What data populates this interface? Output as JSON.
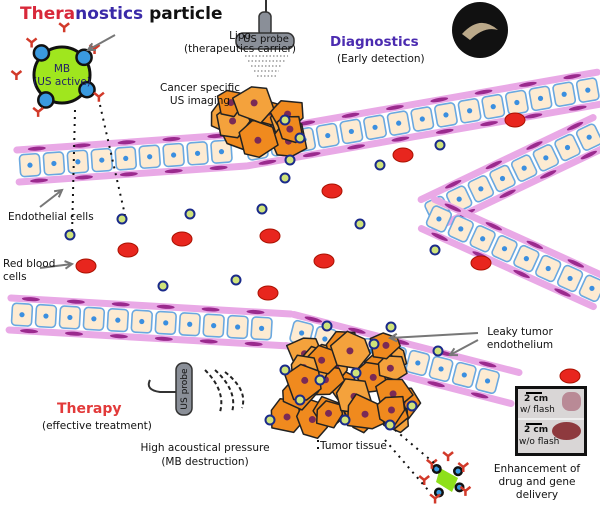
{
  "title": {
    "part1": "Thera",
    "part2": "nostics",
    "part3": " particle"
  },
  "particle": {
    "lipo": "Lipo",
    "lipo_sub": "(therapeutics carrier)",
    "mb": "MB",
    "mb_sub": "(US active)"
  },
  "probe_label": "US probe",
  "diagnostics": {
    "title": "Diagnostics",
    "subtitle": "(Early detection)"
  },
  "cancer_imaging": {
    "line1": "Cancer specific",
    "line2": "US imaging"
  },
  "endothelial": "Endothelial cells",
  "rbc": {
    "line1": "Red blood",
    "line2": "cells"
  },
  "leaky": {
    "line1": "Leaky tumor",
    "line2": "endothelium"
  },
  "therapy": {
    "title": "Therapy",
    "subtitle": "(effective treatment)"
  },
  "pressure": {
    "line1": "High acoustical pressure",
    "line2": "(MB destruction)"
  },
  "tumor_tissue": "Tumor tissue",
  "inset": {
    "scale1": "2 cm",
    "cap1": "w/ flash",
    "scale2": "2 cm",
    "cap2": "w/o flash"
  },
  "enhancement": {
    "line1": "Enhancement of",
    "line2": "drug and gene",
    "line3": "delivery"
  },
  "colors": {
    "thera": "#d8283a",
    "nostics": "#3a2aa8",
    "diagnostics": "#4b2bb0",
    "therapy": "#e23a3a",
    "mb": "#a0e61e",
    "rbc": "#e8261e",
    "tumor": "#f08a1e",
    "cell_border": "#6aa8e0",
    "membrane": "#e9a9e6"
  }
}
